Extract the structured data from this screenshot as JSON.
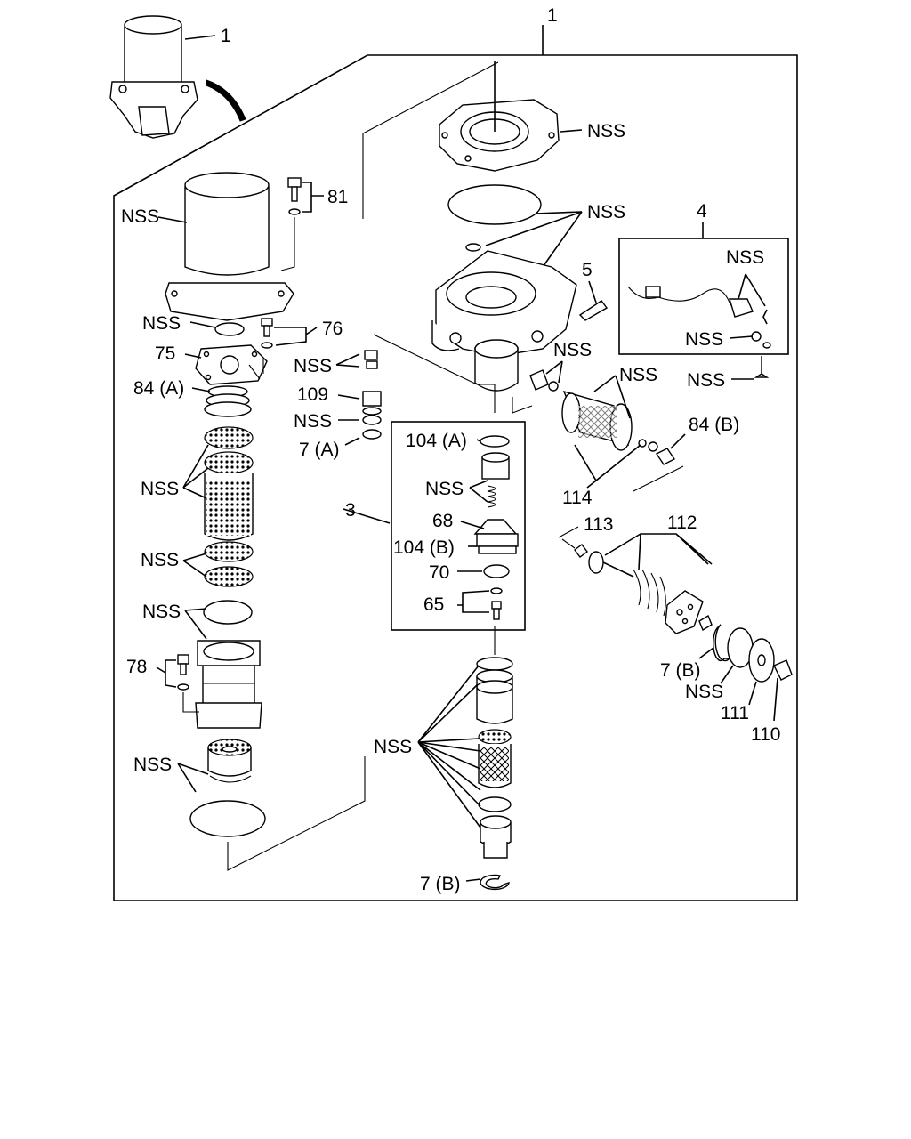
{
  "labels": {
    "assembly_top": "1",
    "assembly_frame": "1",
    "n81": "81",
    "nss_housing": "NSS",
    "nss_washer": "NSS",
    "n76": "76",
    "n75": "75",
    "n84a": "84 (A)",
    "nss_screens": "NSS",
    "nss_screens2": "NSS",
    "nss_ring": "NSS",
    "n78": "78",
    "nss_bottom": "NSS",
    "nss_cover_top": "NSS",
    "nss_orings_top": "NSS",
    "n4": "4",
    "n5": "5",
    "nss_sensor1": "NSS",
    "nss_sensor2": "NSS",
    "nss_sensor3": "NSS",
    "nss_plug": "NSS",
    "nss_pipe": "NSS",
    "nss_valve": "NSS",
    "n109": "109",
    "nss_valve2": "NSS",
    "n7a": "7 (A)",
    "n104a": "104 (A)",
    "nss_piston": "NSS",
    "n3": "3",
    "n68": "68",
    "n104b": "104 (B)",
    "n70": "70",
    "n65": "65",
    "n84b": "84 (B)",
    "n114": "114",
    "n113": "113",
    "n112": "112",
    "n7b_right": "7 (B)",
    "nss_disc": "NSS",
    "n111": "111",
    "n110": "110",
    "nss_lower": "NSS",
    "n7b_bottom": "7 (B)"
  }
}
